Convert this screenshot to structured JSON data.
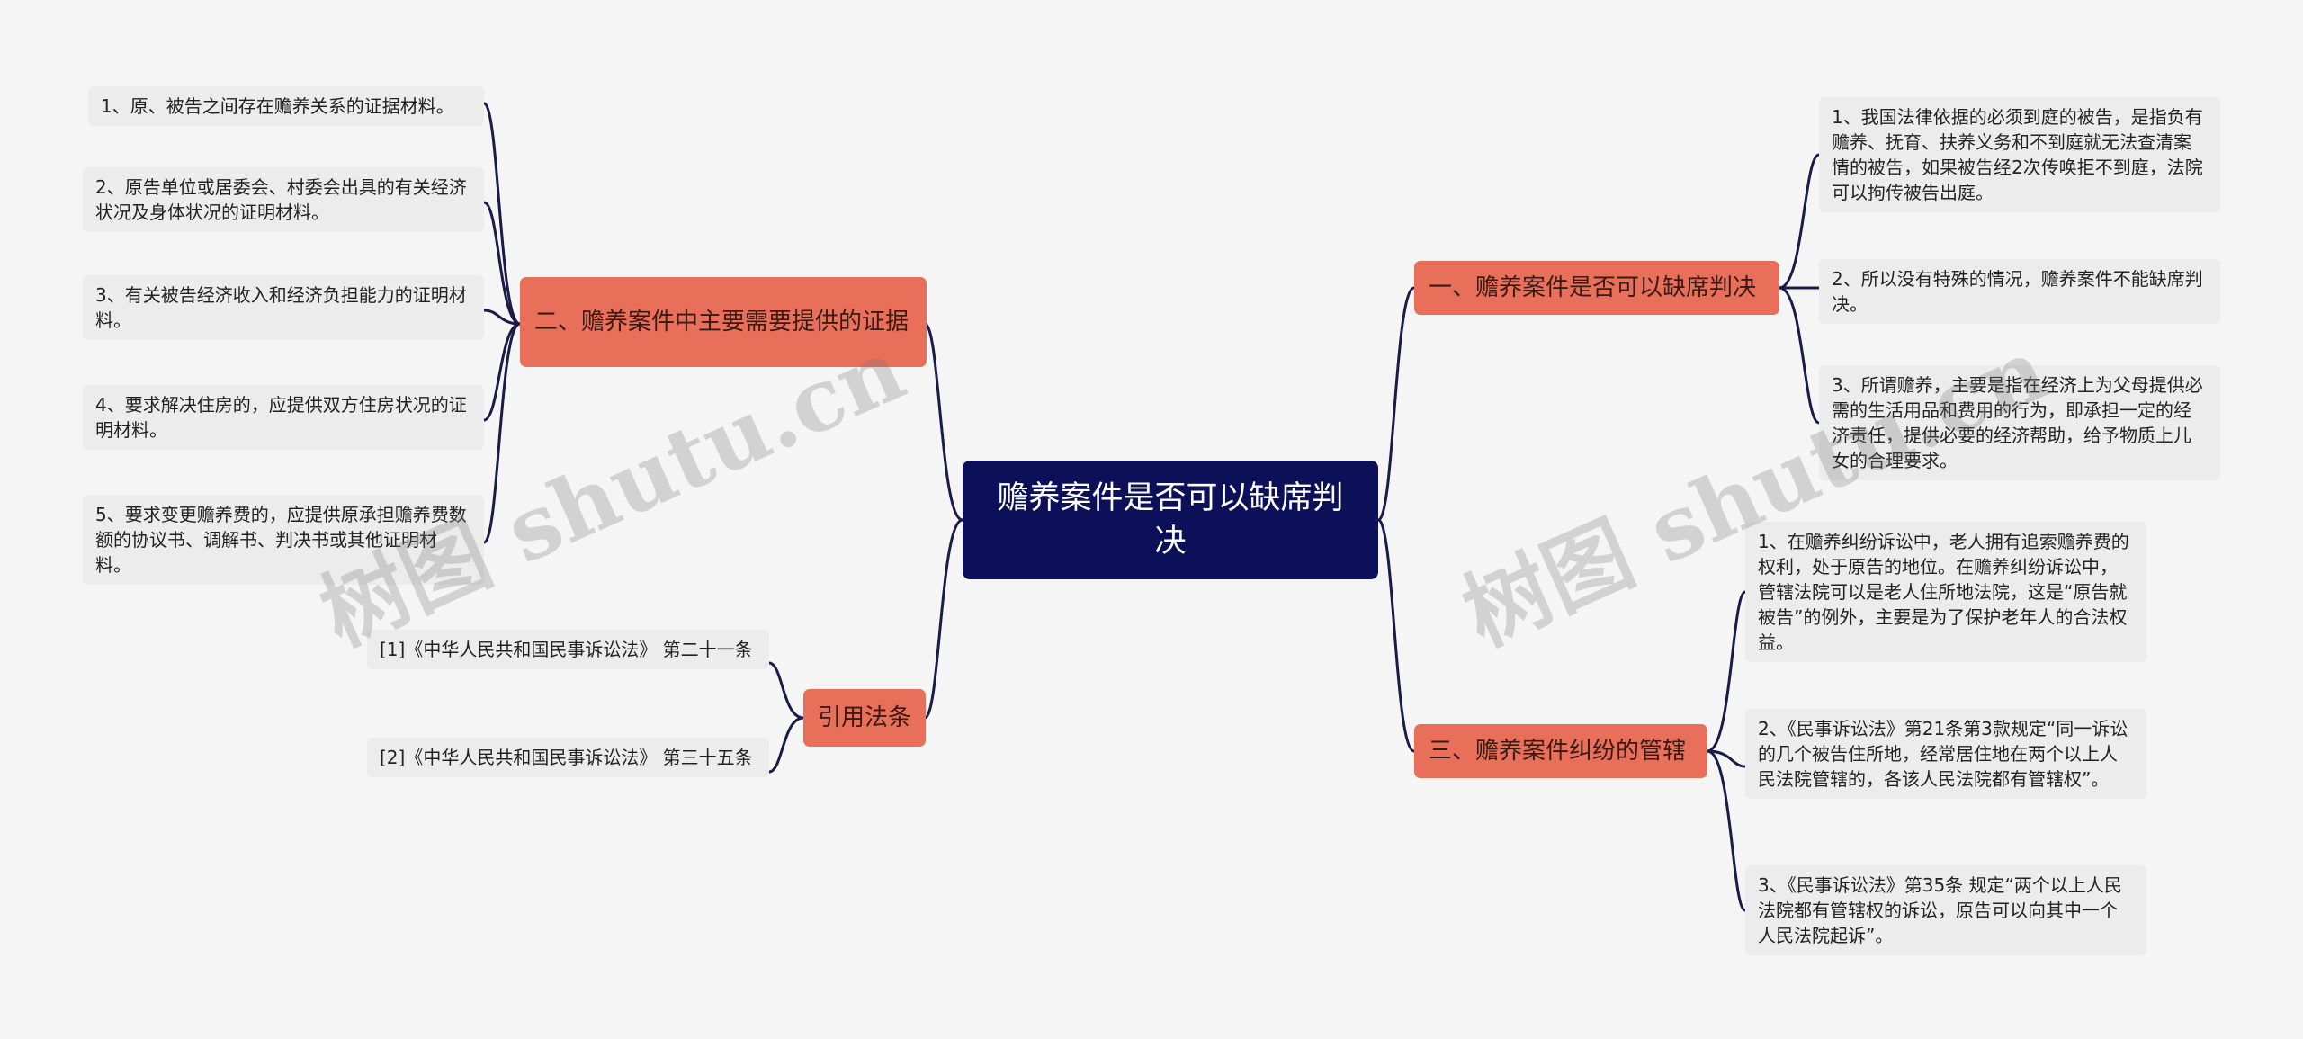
{
  "root": {
    "label": "赡养案件是否可以缺席判决"
  },
  "branches": {
    "b1": {
      "label": "一、赡养案件是否可以缺席判决",
      "items": [
        "1、我国法律依据的必须到庭的被告，是指负有赡养、抚育、扶养义务和不到庭就无法查清案情的被告，如果被告经2次传唤拒不到庭，法院可以拘传被告出庭。",
        "2、所以没有特殊的情况，赡养案件不能缺席判决。",
        "3、所谓赡养，主要是指在经济上为父母提供必需的生活用品和费用的行为，即承担一定的经济责任，提供必要的经济帮助，给予物质上儿女的合理要求。"
      ]
    },
    "b2": {
      "label": "二、赡养案件中主要需要提供的证据",
      "items": [
        "1、原、被告之间存在赡养关系的证据材料。",
        "2、原告单位或居委会、村委会出具的有关经济状况及身体状况的证明材料。",
        "3、有关被告经济收入和经济负担能力的证明材料。",
        "4、要求解决住房的，应提供双方住房状况的证明材料。",
        "5、要求变更赡养费的，应提供原承担赡养费数额的协议书、调解书、判决书或其他证明材料。"
      ]
    },
    "b3": {
      "label": "三、赡养案件纠纷的管辖",
      "items": [
        "1、在赡养纠纷诉讼中，老人拥有追索赡养费的权利，处于原告的地位。在赡养纠纷诉讼中，管辖法院可以是老人住所地法院，这是“原告就被告”的例外，主要是为了保护老年人的合法权益。",
        "2、《民事诉讼法》第21条第3款规定“同一诉讼的几个被告住所地，经常居住地在两个以上人民法院管辖的，各该人民法院都有管辖权”。",
        "3、《民事诉讼法》第35条 规定“两个以上人民法院都有管辖权的诉讼，原告可以向其中一个人民法院起诉”。"
      ]
    },
    "b4": {
      "label": "引用法条",
      "items": [
        "[1]《中华人民共和国民事诉讼法》 第二十一条",
        "[2]《中华人民共和国民事诉讼法》 第三十五条"
      ]
    }
  },
  "watermark": "树图 shutu.cn",
  "colors": {
    "root": "#0c1059",
    "branch": "#e8705a",
    "leaf": "#ececec",
    "line": "#1b1b4a"
  }
}
